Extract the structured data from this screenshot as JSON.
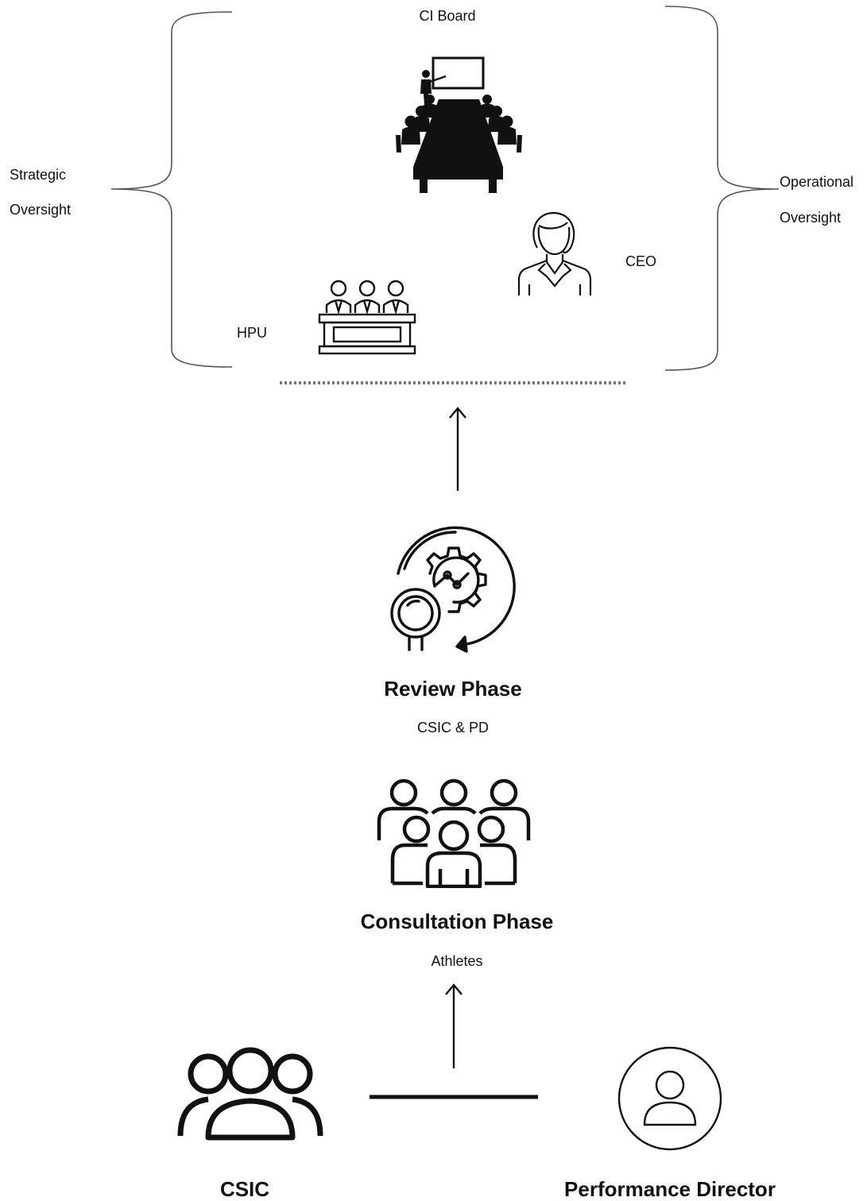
{
  "governance": {
    "board_label": "CI Board",
    "strategic_label": [
      "Strategic",
      "Oversight"
    ],
    "operational_label": [
      "Operational",
      "Oversight"
    ],
    "ceo_label": "CEO",
    "hpu_label": "HPU"
  },
  "review": {
    "title": "Review Phase",
    "participants": "CSIC & PD"
  },
  "consultation": {
    "title": "Consultation Phase",
    "participants": "Athletes"
  },
  "sources": {
    "left": "CSIC",
    "right": "Performance Director"
  },
  "icons": {
    "board": "boardroom-meeting-icon",
    "ceo": "businesswoman-icon",
    "hpu": "panel-desk-icon",
    "review": "gear-magnifier-review-icon",
    "consultation": "group-people-icon",
    "csic": "team-people-icon",
    "director": "user-circle-icon"
  },
  "colors": {
    "ink": "#111111",
    "brace": "#555555",
    "background": "#ffffff"
  }
}
